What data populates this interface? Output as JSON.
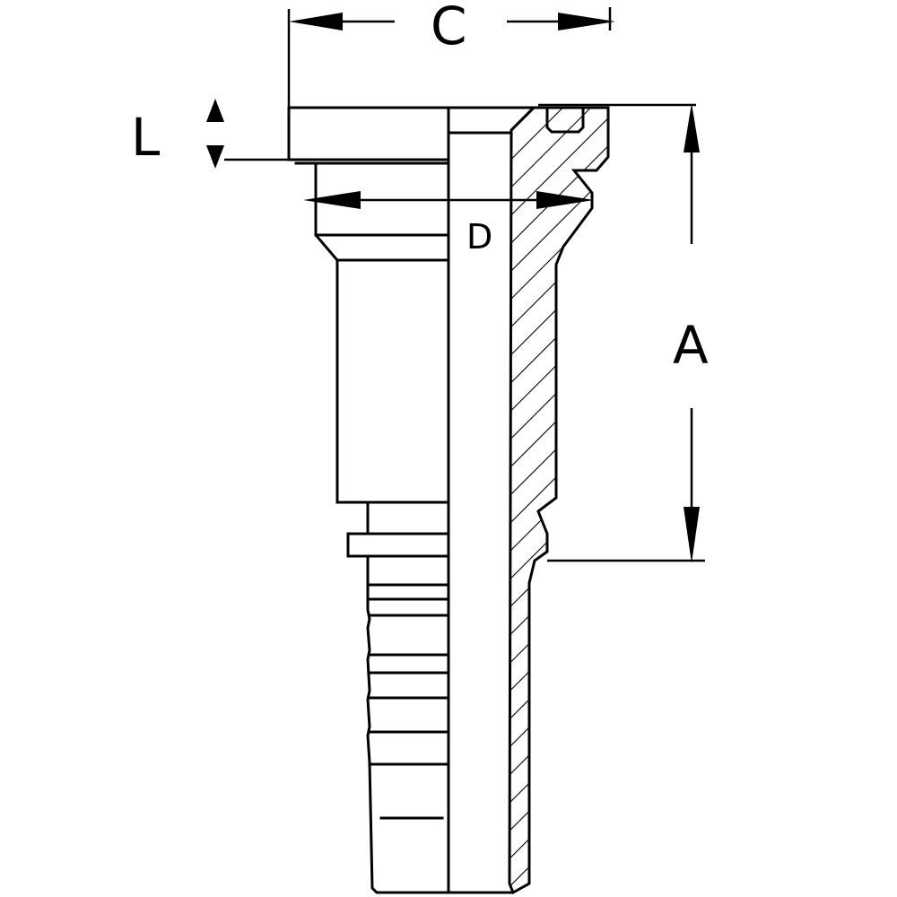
{
  "diagram": {
    "type": "technical-drawing",
    "subject": "hose fitting cross-section",
    "colors": {
      "background": "#ffffff",
      "line": "#000000"
    },
    "dimensions": {
      "C": {
        "label": "C",
        "orientation": "horizontal"
      },
      "L": {
        "label": "L",
        "orientation": "vertical"
      },
      "D": {
        "label": "D",
        "orientation": "horizontal"
      },
      "A": {
        "label": "A",
        "orientation": "vertical"
      }
    }
  }
}
